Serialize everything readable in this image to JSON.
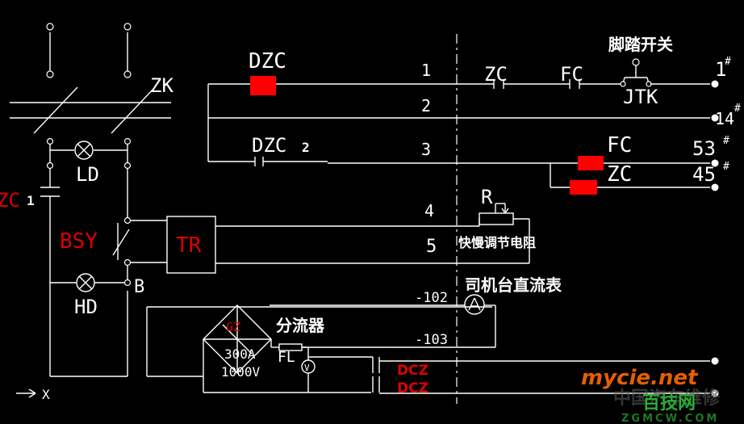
{
  "labels": {
    "zk": "ZK",
    "ld": "LD",
    "zc1_prefix": "ZC",
    "zc1_sub": "1",
    "bsy": "BSY",
    "tr": "TR",
    "hd": "HD",
    "b": "B",
    "x": "X",
    "dzc": "DZC",
    "dzc2_prefix": "DZC",
    "dzc2_sub": "2",
    "wire1": "1",
    "wire2": "2",
    "wire3": "3",
    "wire4": "4",
    "wire5": "5",
    "wire_m102": "-102",
    "wire_m103": "-103",
    "zc": "ZC",
    "fc": "FC",
    "jtk": "JTK",
    "foot_switch": "脚踏开关",
    "fc_coil": "FC",
    "zc_coil": "ZC",
    "term1": "1",
    "term1_sup": "#",
    "term14": "14",
    "term14_sup": "#",
    "term53": "53",
    "term53_sup": "#",
    "term45": "45",
    "term45_sup": "#",
    "r": "R",
    "speed_resistor": "快慢调节电阻",
    "dc_meter": "司机台直流表",
    "shunt": "分流器",
    "gz": "GZ",
    "gz_current": "300A",
    "gz_voltage": "1000V",
    "fl": "FL",
    "v": "V",
    "dcz_top": "DCZ",
    "dcz_bottom": "DCZ"
  },
  "watermark": {
    "line1": "mycie.net",
    "line2": "中国汽车维修",
    "line3": "百技网",
    "line4": "ZGMCW.COM"
  },
  "colors": {
    "background": "#000000",
    "wire": "#ffffff",
    "red_label": "#e00000",
    "coil_fill": "#ff0000",
    "watermark_orange": "#ff6a00",
    "watermark_green": "#2fbf3a"
  }
}
